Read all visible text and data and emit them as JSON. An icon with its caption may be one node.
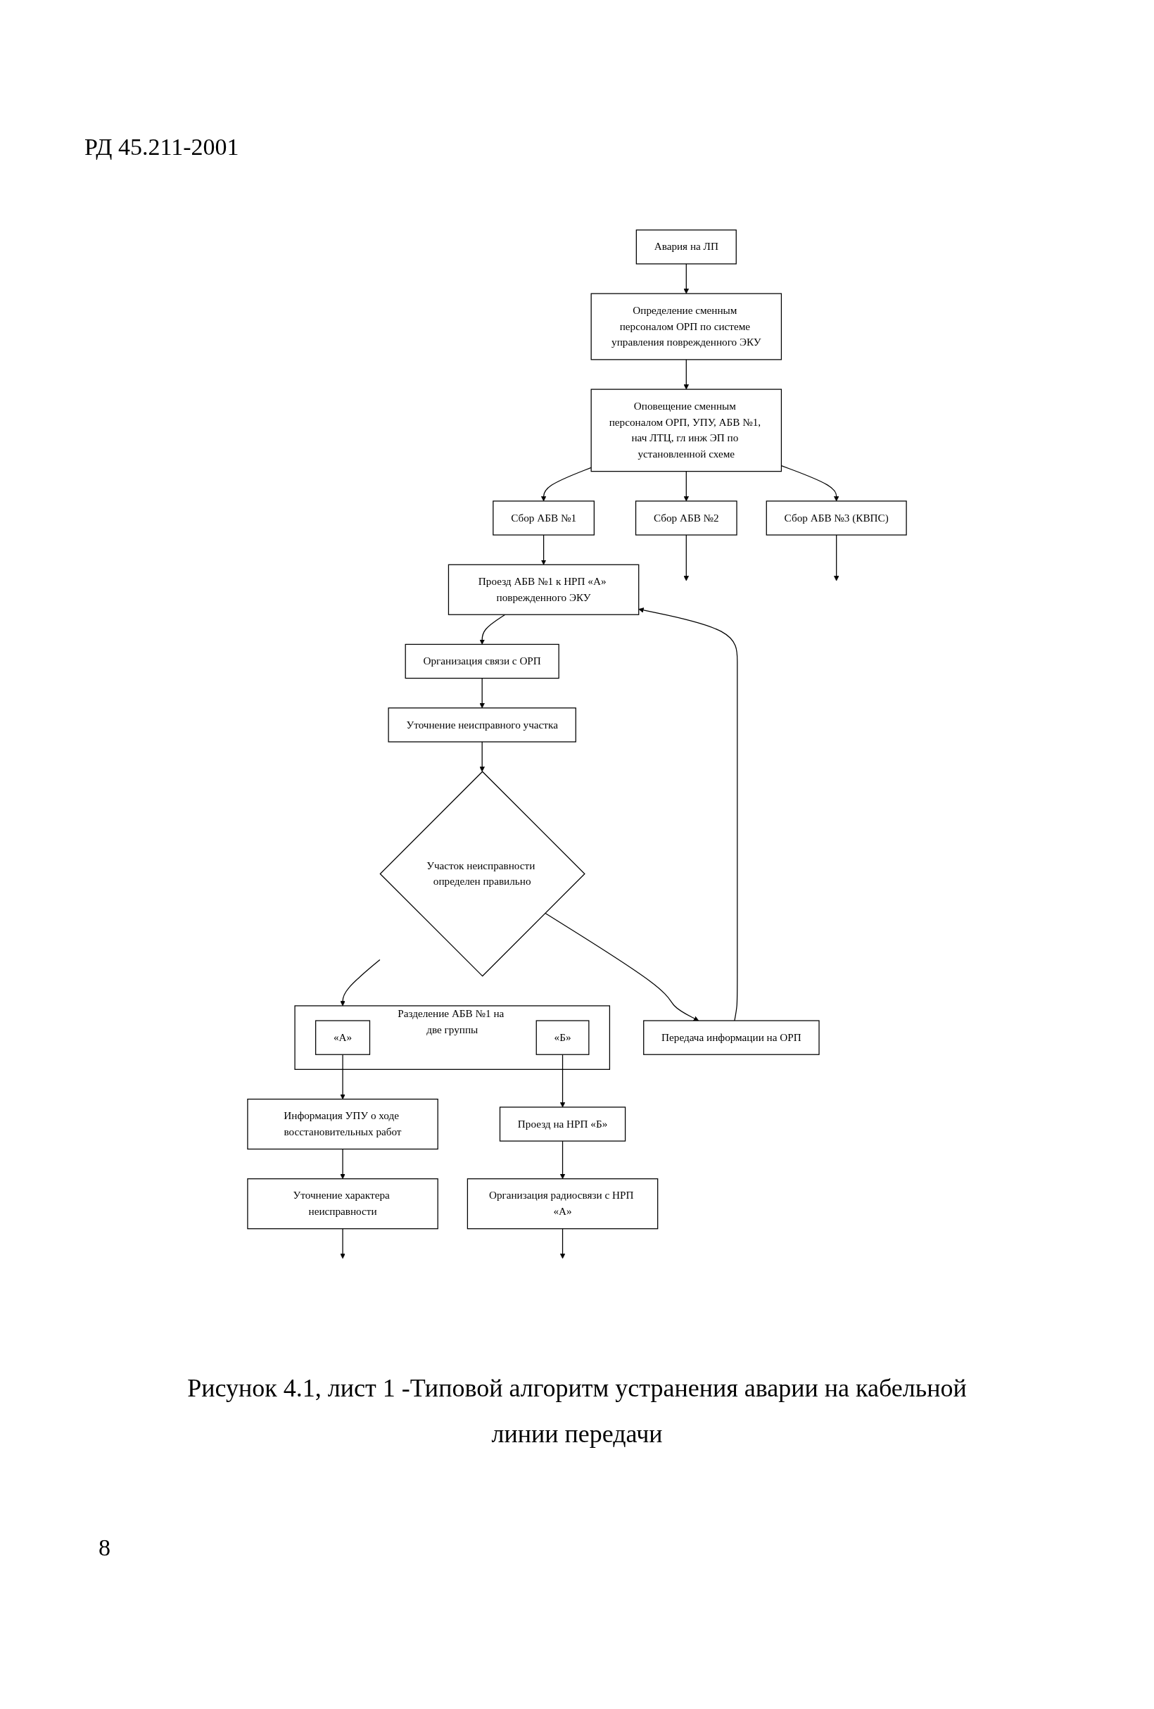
{
  "diagram": {
    "caption": "Рисунок 4.1, лист 1 -Типовой алгоритм устранения аварии на кабельной линии передачи",
    "nodes": [
      {
        "text": [
          "Авария на ЛП"
        ]
      },
      {
        "text": [
          "Определение сменным персоналом ОРП по системе управления поврежденного ЭКУ"
        ]
      },
      {
        "text": [
          "Оповещение сменным персоналом ОРП, УПУ, АБВ №1, нач ЛТЦ, гл инж ЭП по установленной схеме"
        ]
      },
      {
        "text": [
          "Сбор АБВ №1"
        ]
      },
      {
        "text": [
          "Сбор АБВ №2"
        ]
      },
      {
        "text": [
          "Сбор АБВ №3 (КВПС)"
        ]
      },
      {
        "text": [
          "Проезд АБВ №1 к НРП «А» поврежденного ЭКУ"
        ]
      },
      {
        "text": [
          "Организация связи с ОРП"
        ]
      },
      {
        "text": [
          "Уточнение неисправного участка"
        ]
      },
      {
        "text": [
          "Передача информации на ОРП"
        ]
      },
      {
        "text": [
          "Участок неисправности определен правильно"
        ]
      },
      {
        "text": [
          "Разделение АБВ №1 на две группы"
        ]
      },
      {
        "text": [
          "«А»"
        ],
        "in": 11
      },
      {
        "text": [
          "«Б»"
        ],
        "in": 11
      },
      {
        "text": [
          "Информация УПУ о ходе восстановительных работ"
        ]
      },
      {
        "text": [
          "Проезд на НРП «Б»"
        ]
      },
      {
        "text": [
          "Уточнение характера неисправности"
        ]
      },
      {
        "text": [
          "Организация радиосвязи с НРП «А»"
        ]
      }
    ],
    "edges": [
      {
        "from": 0,
        "to": 1,
        "arrow": "to"
      },
      {
        "from": 1,
        "to": 2,
        "arrow": "to"
      },
      {
        "from": 2,
        "to": 3,
        "arrow": "to"
      },
      {
        "from": 2,
        "to": 4,
        "arrow": "to"
      },
      {
        "from": 2,
        "to": 5,
        "arrow": "to"
      },
      {
        "from": 3,
        "to": 6,
        "arrow": "to"
      },
      {
        "from": 6,
        "to": 7,
        "arrow": "to"
      },
      {
        "from": 7,
        "to": 8,
        "arrow": "to"
      },
      {
        "from": 8,
        "to": 10,
        "arrow": "to"
      },
      {
        "from": 10,
        "to": 9,
        "arrow": "to"
      },
      {
        "from": 9,
        "to": 6,
        "arrow": "to"
      },
      {
        "from": 10,
        "to": 11,
        "arrow": "to"
      },
      {
        "from": 12,
        "to": 14,
        "arrow": "to"
      },
      {
        "from": 13,
        "to": 15,
        "arrow": "to"
      },
      {
        "from": 14,
        "to": 16,
        "arrow": "to"
      },
      {
        "from": 15,
        "to": 17,
        "arrow": "to"
      },
      {
        "from": 16,
        "to": null,
        "arrow": "to"
      },
      {
        "from": 17,
        "to": null,
        "arrow": "to"
      },
      {
        "from": 4,
        "to": null,
        "arrow": "to"
      },
      {
        "from": 5,
        "to": null,
        "arrow": "to"
      }
    ],
    "labels": [
      "РД 45.211-2001",
      "8"
    ]
  }
}
